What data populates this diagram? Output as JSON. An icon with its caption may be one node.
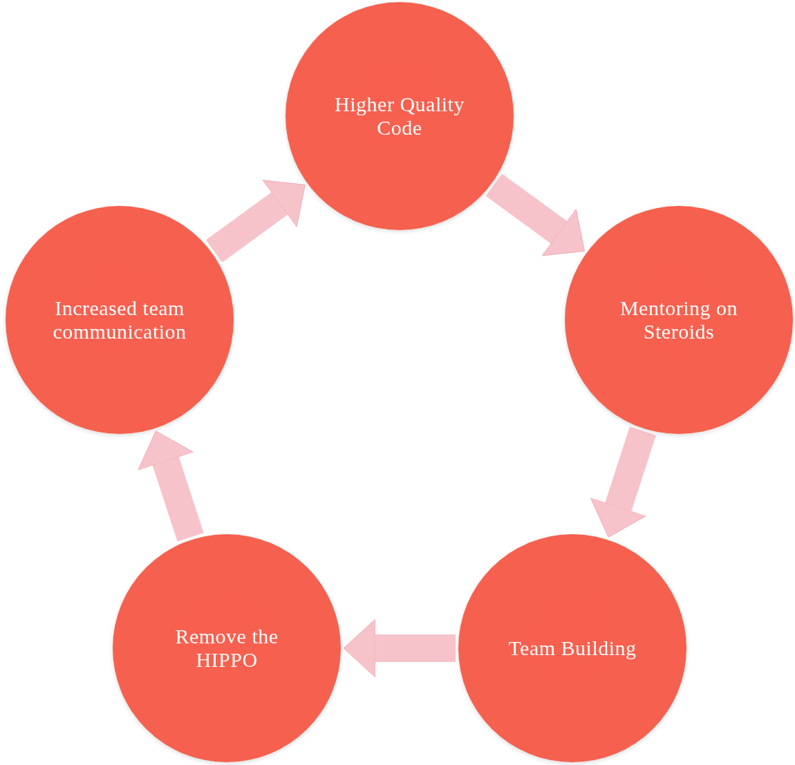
{
  "diagram": {
    "nodes": [
      {
        "text": [
          "Higher Quality Code"
        ]
      },
      {
        "text": [
          "Mentoring on Steroids"
        ]
      },
      {
        "text": [
          "Team Building"
        ]
      },
      {
        "text": [
          "Remove the HIPPO"
        ]
      },
      {
        "text": [
          "Increased team communication"
        ]
      }
    ],
    "edges": [
      {
        "from": 0,
        "to": 1,
        "arrow": "to"
      },
      {
        "from": 1,
        "to": 2,
        "arrow": "to"
      },
      {
        "from": 2,
        "to": 3,
        "arrow": "to"
      },
      {
        "from": 3,
        "to": 4,
        "arrow": "to"
      },
      {
        "from": 4,
        "to": 0,
        "arrow": "to"
      }
    ]
  }
}
